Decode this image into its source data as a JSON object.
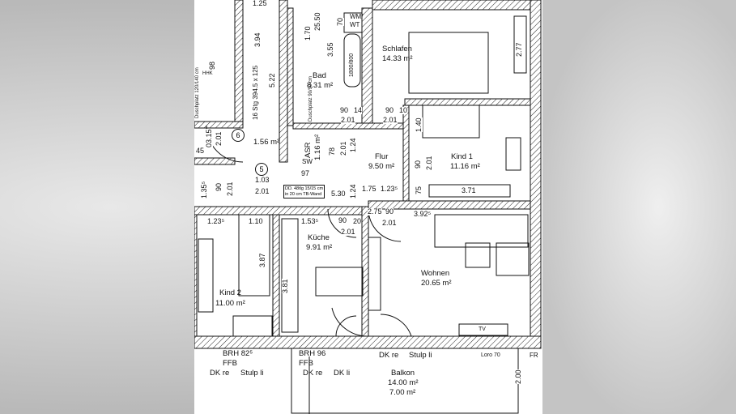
{
  "rooms": {
    "schlafen": {
      "name": "Schlafen",
      "area": "14.33 m²"
    },
    "bad": {
      "name": "Bad",
      "area": "8.31 m²"
    },
    "flur": {
      "name": "Flur",
      "area": "9.50 m²"
    },
    "kind1": {
      "name": "Kind 1",
      "area": "11.16 m²"
    },
    "kueche": {
      "name": "Küche",
      "area": "9.91 m²"
    },
    "wohnen": {
      "name": "Wohnen",
      "area": "20.65 m²"
    },
    "kind2": {
      "name": "Kind 2",
      "area": "11.00 m²"
    },
    "balkon": {
      "name": "Balkon",
      "area": "14.00 m²",
      "area_half": "7.00 m²"
    },
    "asr": {
      "name": "ASR",
      "area": "1.16 m²"
    },
    "th": {
      "area": "1.56 m²"
    }
  },
  "fixtures": {
    "wm": "WM/",
    "wt": "WT",
    "bath": "1800/800",
    "hhk": "HHK",
    "sw": "SW",
    "tv": "TV",
    "stairs": "16 Stg 394.5 x 125",
    "dusche1": "Duschplatz 120/140 cm",
    "dusche2": "Duschplatz 90/90 cm",
    "note_line1": "DD. 48tlg 15/15 cm",
    "note_line2": "in 20 cm TB-Wand",
    "loro": "Loro 70",
    "fr": "FR",
    "marker6": "6",
    "marker5": "5"
  },
  "windows": {
    "kind2": {
      "brh": "BRH 82⁵",
      "ffb": "FFB",
      "left": "DK re",
      "right": "Stulp li"
    },
    "kueche": {
      "brh": "BRH 96",
      "ffb": "FFB",
      "left": "DK re",
      "right": "DK li"
    },
    "wohnen": {
      "left": "DK re",
      "right": "Stulp li"
    }
  },
  "dimensions": [
    "1.25",
    "1.70",
    "25.50",
    "70",
    "3.55",
    "3.94",
    "5.22",
    "98",
    "2.77",
    "90",
    "14",
    "2.01",
    "90",
    "10",
    "2.01",
    "1.40",
    "2.01",
    "03.15",
    "45",
    "78",
    "2.01",
    "1.24",
    "97",
    "1.03",
    "2.01",
    "5.30",
    "1.24",
    "1.75",
    "1.23⁵",
    "75",
    "3.71",
    "90",
    "2.01",
    "1.35⁵",
    "90",
    "2.01",
    "1.23⁵",
    "1.10",
    "3.87",
    "1.53⁵",
    "90",
    "20",
    "2.01",
    "2.75",
    "90",
    "2.01",
    "3.92⁵",
    "3.81",
    "2.00"
  ]
}
